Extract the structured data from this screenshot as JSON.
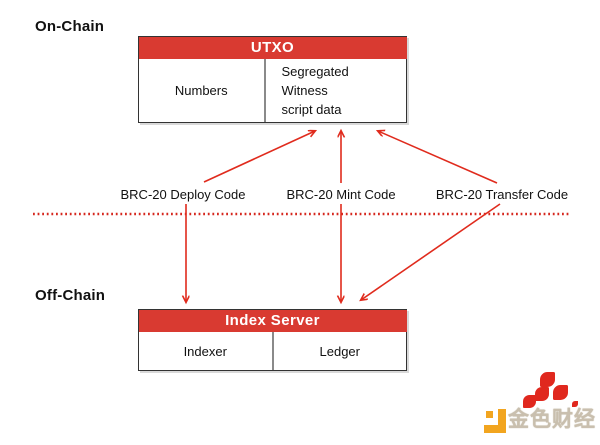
{
  "zones": {
    "on_chain": "On-Chain",
    "off_chain": "Off-Chain"
  },
  "utxo_box": {
    "title": "UTXO",
    "cells": [
      "Numbers",
      "Segregated\nWitness\nscript data"
    ]
  },
  "index_server_box": {
    "title": "Index Server",
    "cells": [
      "Indexer",
      "Ledger"
    ]
  },
  "code_labels": {
    "deploy": "BRC-20 Deploy Code",
    "mint": "BRC-20 Mint Code",
    "transfer": "BRC-20 Transfer Code"
  },
  "watermark": {
    "text": "金色财经"
  },
  "colors": {
    "box_header_red": "#d93a31",
    "arrow_red": "#e02b1d",
    "divider_red": "#d6281f",
    "logo_orange": "#f2a51f",
    "logo_red": "#e0281e"
  }
}
